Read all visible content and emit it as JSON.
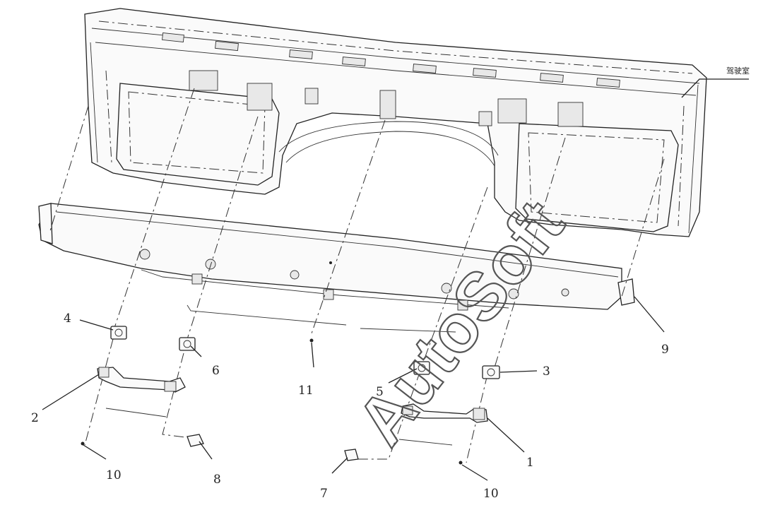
{
  "diagram": {
    "callouts": [
      "1",
      "2",
      "3",
      "4",
      "5",
      "6",
      "7",
      "8",
      "9",
      "10",
      "10",
      "11"
    ],
    "frame_label": "驾驶室",
    "watermark": "AutoSoft"
  },
  "colors": {
    "line": "#222222",
    "background": "#ffffff"
  }
}
